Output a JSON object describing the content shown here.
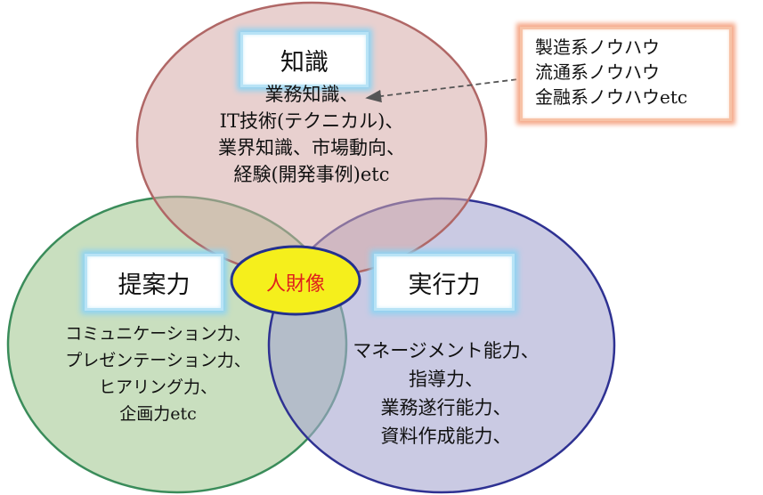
{
  "knowledge": {
    "title": "知識",
    "lines": [
      "業務知識、",
      "IT技術(テクニカル)、",
      "業界知識、市場動向、",
      "経験(開発事例)etc"
    ]
  },
  "proposal": {
    "title": "提案力",
    "lines": [
      "コミュニケーション力、",
      "プレゼンテーション力、",
      "ヒアリング力、",
      "企画力etc"
    ]
  },
  "execution": {
    "title": "実行力",
    "lines": [
      "マネージメント能力、",
      "指導力、",
      "業務遂行能力、",
      "資料作成能力、"
    ]
  },
  "center": {
    "label": "人財像"
  },
  "note": {
    "lines": [
      "製造系ノウハウ",
      "流通系ノウハウ",
      "金融系ノウハウetc"
    ]
  },
  "colors": {
    "knowledge_fill": "#d6a9a8",
    "knowledge_stroke": "#b06766",
    "proposal_fill": "#a8cc98",
    "proposal_stroke": "#3a8c5a",
    "execution_fill": "#a7a6d0",
    "execution_stroke": "#2e3192",
    "center_fill": "#f5ef1c",
    "center_stroke": "#23308f",
    "center_text": "#e0201c"
  }
}
